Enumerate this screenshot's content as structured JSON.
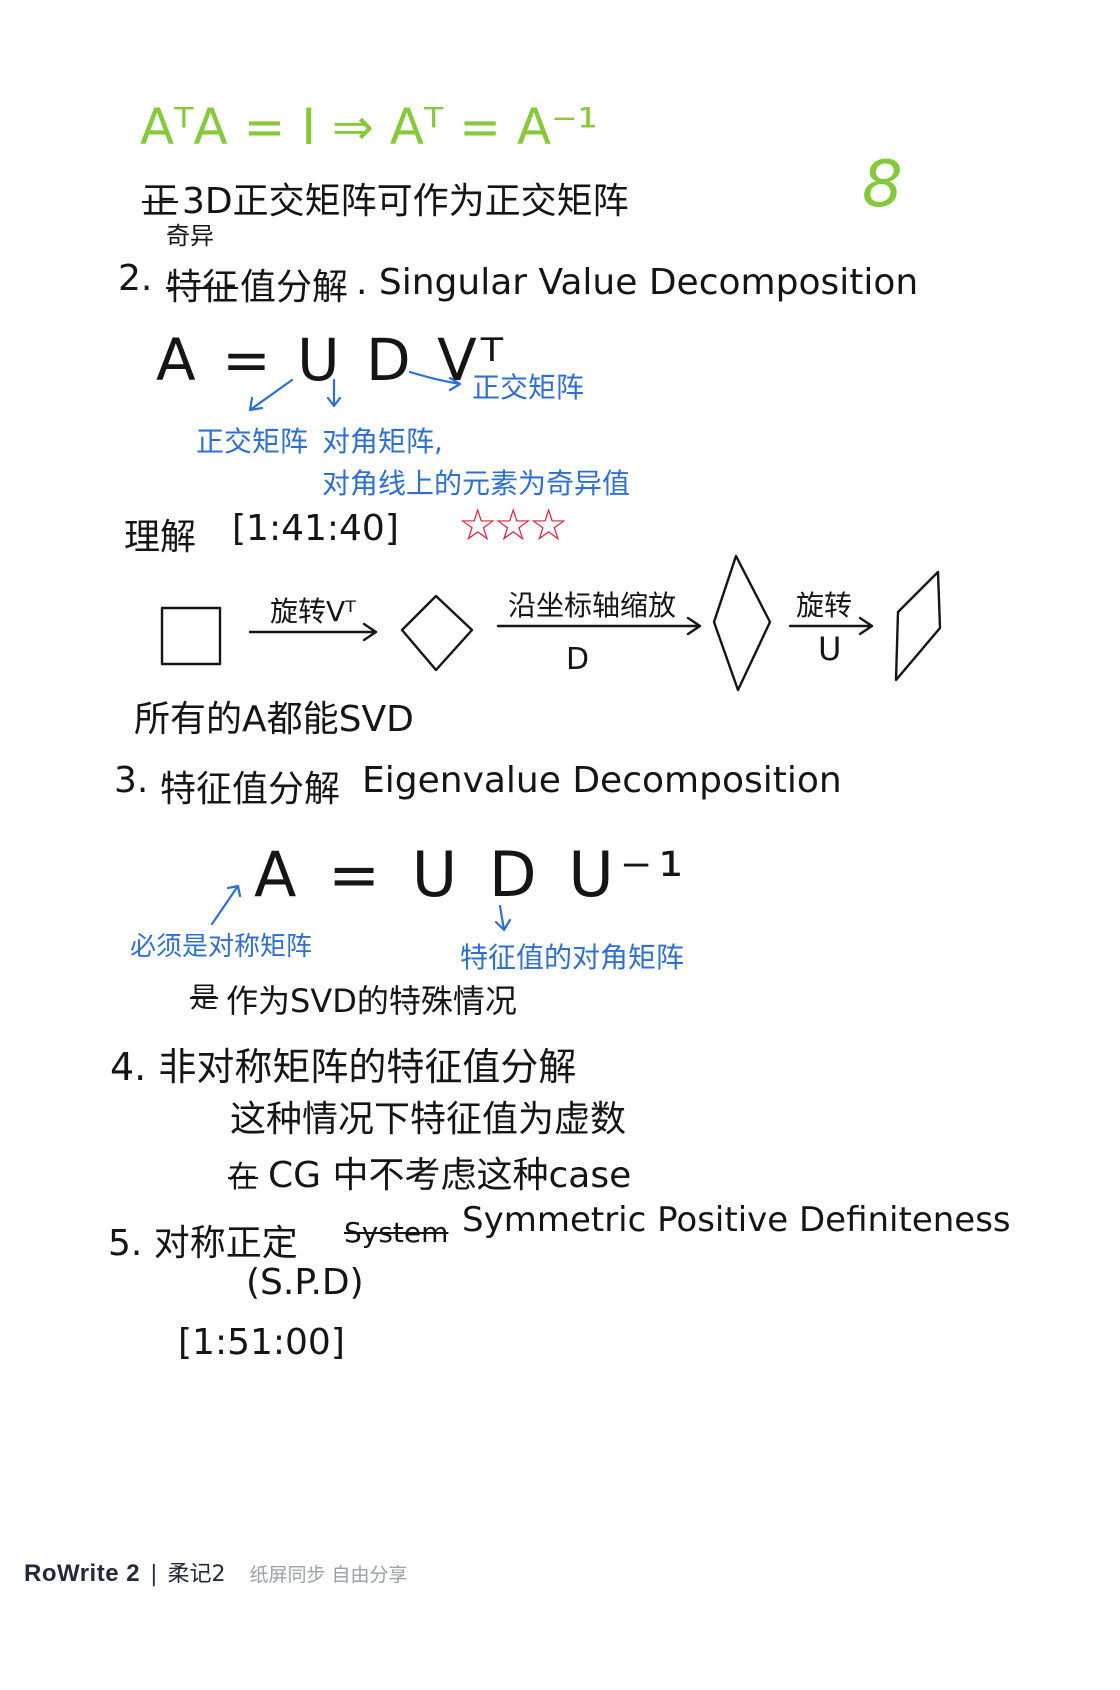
{
  "colors": {
    "ink": "#151515",
    "blue": "#2f6fd0",
    "green": "#86c93b",
    "red": "#e0213a"
  },
  "top": {
    "formula": "AᵀA = I  ⇒  Aᵀ = A⁻¹",
    "page_number": "8",
    "line1_struck": "正",
    "line1": "3D正交矩阵可作为正交矩阵"
  },
  "svd": {
    "annotation_above": "奇异",
    "prefix": "2.",
    "struck": "特征",
    "heading_cn": "值分解",
    "heading_en": ". Singular Value Decomposition",
    "formula": "A = U D Vᵀ",
    "note_vt": "正交矩阵",
    "note_u": "正交矩阵",
    "note_d": "对角矩阵,",
    "note_d2": "对角线上的元素为奇异值",
    "understanding_label": "理解",
    "timestamp": "[1:41:40]",
    "stars": "☆☆☆",
    "step1_label": "旋转Vᵀ",
    "step2_label": "沿坐标轴缩放",
    "step2_sub": "D",
    "step3_label": "旋转",
    "step3_sub": "U",
    "conclusion": "所有的A都能SVD"
  },
  "evd": {
    "prefix": "3.",
    "heading_cn": "特征值分解",
    "heading_en": "Eigenvalue Decomposition",
    "formula": "A  =  U D U⁻¹",
    "note_a": "必须是对称矩阵",
    "note_d": "特征值的对角矩阵",
    "struck": "是",
    "remark": "作为SVD的特殊情况"
  },
  "nonsym": {
    "heading": "4. 非对称矩阵的特征值分解",
    "line1": "这种情况下特征值为虚数",
    "struck": "在",
    "line2": "CG 中不考虑这种case"
  },
  "spd": {
    "heading_cn": "5. 对称正定",
    "struck": "System",
    "heading_en": "Symmetric Positive Definiteness",
    "abbr": "(S.P.D)",
    "timestamp": "[1:51:00]"
  },
  "footer": {
    "brand": "RoWrite 2",
    "separator": "|",
    "brand_cn": "柔记2",
    "slogan": "纸屏同步 自由分享"
  }
}
